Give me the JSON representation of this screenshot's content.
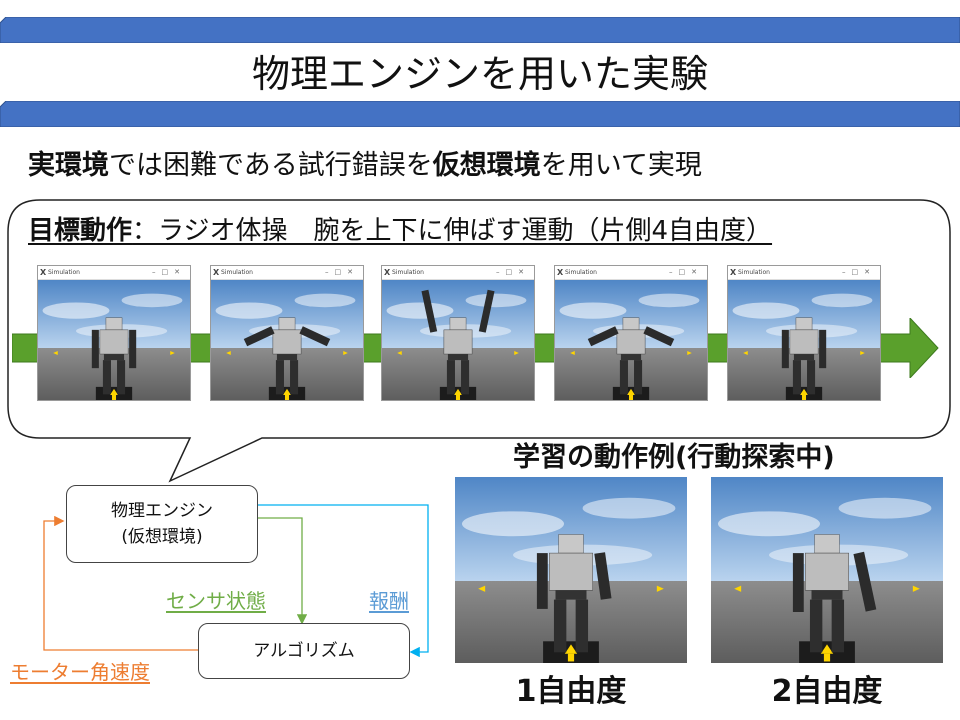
{
  "slide": {
    "title": "物理エンジンを用いた実験",
    "accent_color": "#4472C4",
    "subtitle": {
      "b1": "実環境",
      "t1": "では困難である試行錯誤を",
      "b2": "仮想環境",
      "t2": "を用いて実現"
    },
    "goal": {
      "bold": "目標動作",
      "rest": "：ラジオ体操　腕を上下に伸ばす運動（片側4自由度）"
    },
    "sim_window_title": "Simulation",
    "sequence_frames": [
      {
        "pose": "arms-down"
      },
      {
        "pose": "arms-out"
      },
      {
        "pose": "arms-up"
      },
      {
        "pose": "arms-out"
      },
      {
        "pose": "arms-down"
      }
    ],
    "diagram": {
      "engine_line1": "物理エンジン",
      "engine_line2": "(仮想環境)",
      "algorithm": "アルゴリズム",
      "sensor_label": "センサ状態",
      "reward_label": "報酬",
      "motor_label": "モーター角速度",
      "sensor_color": "#70AD47",
      "reward_color": "#00B0F0",
      "motor_color": "#ED7D31"
    },
    "examples": {
      "heading": "学習の動作例(行動探索中)",
      "cap1": "1自由度",
      "cap2": "2自由度"
    }
  }
}
